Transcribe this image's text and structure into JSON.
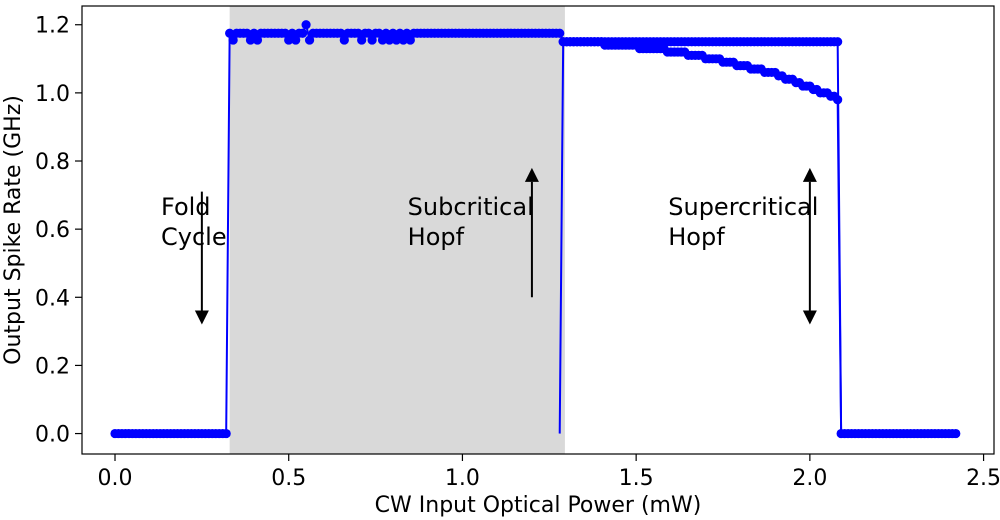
{
  "chart_data": {
    "type": "line",
    "title": "",
    "xlabel": "CW Input Optical Power (mW)",
    "ylabel": "Output Spike Rate (GHz)",
    "xlim": [
      -0.095,
      2.53
    ],
    "ylim": [
      -0.06,
      1.255
    ],
    "xticks": [
      0.0,
      0.5,
      1.0,
      1.5,
      2.0,
      2.5
    ],
    "xtick_labels": [
      "0.0",
      "0.5",
      "1.0",
      "1.5",
      "2.0",
      "2.5"
    ],
    "yticks": [
      0.0,
      0.2,
      0.4,
      0.6,
      0.8,
      1.0,
      1.2
    ],
    "ytick_labels": [
      "0.0",
      "0.2",
      "0.4",
      "0.6",
      "0.8",
      "1.0",
      "1.2"
    ],
    "grid": false,
    "shaded_region": {
      "x_start": 0.33,
      "x_end": 1.295,
      "color": "#d9d9d9"
    },
    "series_color": "#0000ff",
    "series": [
      {
        "name": "",
        "x_start": 0.0,
        "x_end": 2.42,
        "step": 0.01
      }
    ],
    "x": [],
    "y": [],
    "annotations": [
      {
        "lines": [
          "Fold",
          "Cycle"
        ],
        "arrow": "down",
        "label_x": 0.0,
        "label_y": 0.6,
        "arrow_x": 0.25,
        "arrow_from": 0.71,
        "arrow_to": 0.32
      },
      {
        "lines": [
          "Subcritical",
          "Hopf"
        ],
        "arrow": "up",
        "label_x": 0.71,
        "label_y": 0.6,
        "arrow_x": 1.2,
        "arrow_from": 0.4,
        "arrow_to": 0.78
      },
      {
        "lines": [
          "Supercritical",
          "Hopf"
        ],
        "arrow": "both",
        "label_x": 1.46,
        "label_y": 0.6,
        "arrow_x": 2.0,
        "arrow_from": 0.32,
        "arrow_to": 0.78
      }
    ]
  }
}
